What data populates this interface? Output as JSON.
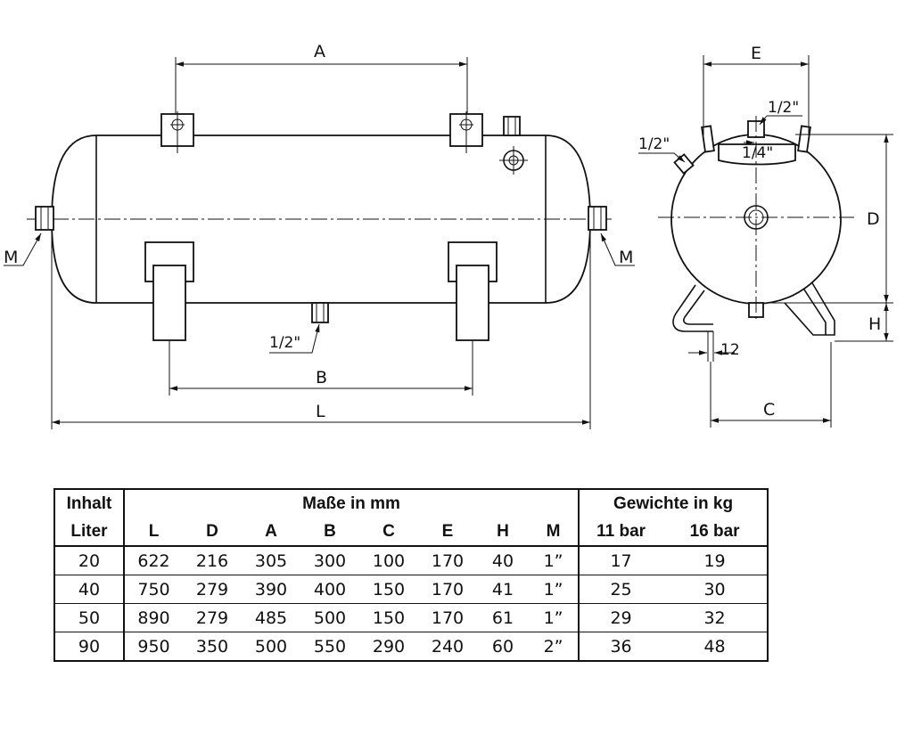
{
  "drawing": {
    "side_view": {
      "dim_A": "A",
      "dim_B": "B",
      "dim_L": "L",
      "fitting_left": "M",
      "fitting_right": "M",
      "fitting_bottom": "1/2\""
    },
    "end_view": {
      "dim_E": "E",
      "dim_D": "D",
      "dim_H": "H",
      "dim_C": "C",
      "dim_12": "12",
      "fitting_top": "1/2\"",
      "fitting_side": "1/2\"",
      "fitting_inner": "1/4\""
    }
  },
  "table": {
    "header": {
      "volume_label_1": "Inhalt",
      "volume_label_2": "Liter",
      "dimensions_label": "Maße in mm",
      "weights_label": "Gewichte in kg",
      "columns": [
        "L",
        "D",
        "A",
        "B",
        "C",
        "E",
        "H",
        "M"
      ],
      "weight_columns": [
        "11 bar",
        "16 bar"
      ]
    },
    "rows": [
      {
        "liter": "20",
        "L": "622",
        "D": "216",
        "A": "305",
        "B": "300",
        "C": "100",
        "E": "170",
        "H": "40",
        "M": "1”",
        "w11": "17",
        "w16": "19"
      },
      {
        "liter": "40",
        "L": "750",
        "D": "279",
        "A": "390",
        "B": "400",
        "C": "150",
        "E": "170",
        "H": "41",
        "M": "1”",
        "w11": "25",
        "w16": "30"
      },
      {
        "liter": "50",
        "L": "890",
        "D": "279",
        "A": "485",
        "B": "500",
        "C": "150",
        "E": "170",
        "H": "61",
        "M": "1”",
        "w11": "29",
        "w16": "32"
      },
      {
        "liter": "90",
        "L": "950",
        "D": "350",
        "A": "500",
        "B": "550",
        "C": "290",
        "E": "240",
        "H": "60",
        "M": "2”",
        "w11": "36",
        "w16": "48"
      }
    ]
  }
}
